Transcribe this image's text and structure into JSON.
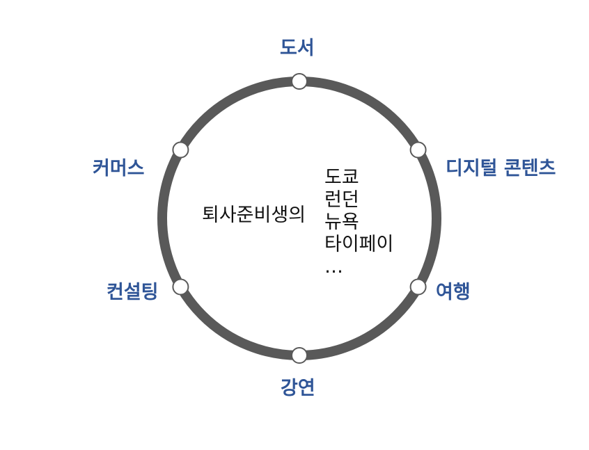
{
  "ring_color": "#595959",
  "label_color": "#2f5597",
  "nodes": [
    {
      "label": "도서"
    },
    {
      "label": "디지털 콘텐츠"
    },
    {
      "label": "여행"
    },
    {
      "label": "강연"
    },
    {
      "label": "컨설팅"
    },
    {
      "label": "커머스"
    }
  ],
  "center": {
    "title": "퇴사준비생의",
    "cities": [
      "도쿄",
      "런던",
      "뉴욕",
      "타이페이",
      "…"
    ]
  }
}
